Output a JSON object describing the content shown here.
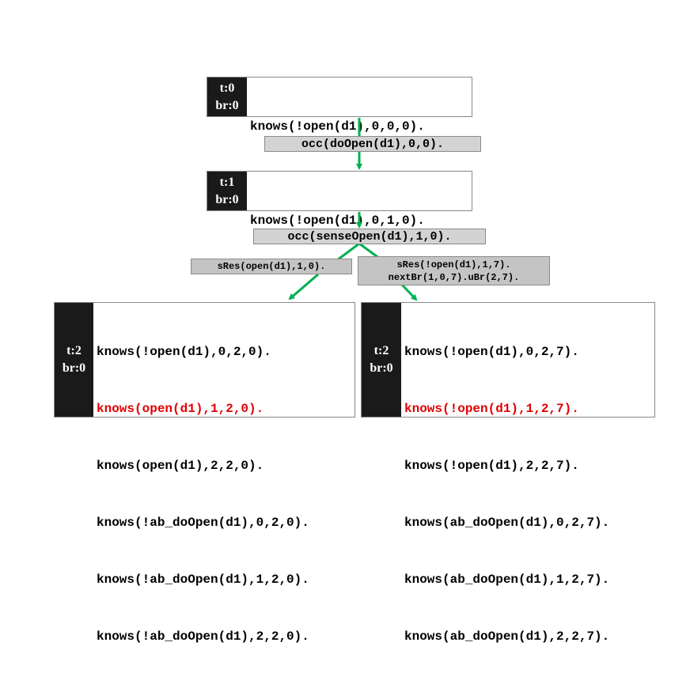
{
  "colors": {
    "arrow": "#00b050",
    "highlight": "#e00000",
    "tag_bg": "#1a1a1a",
    "label_bg": "#d3d3d3"
  },
  "states": [
    {
      "t": "t:0",
      "br": "br:0",
      "facts": [
        {
          "text": "knows(!open(d1),0,0,0).",
          "highlight": false
        }
      ]
    },
    {
      "t": "t:1",
      "br": "br:0",
      "facts": [
        {
          "text": "knows(!open(d1),0,1,0).",
          "highlight": false
        }
      ]
    },
    {
      "t": "t:2",
      "br": "br:0",
      "facts": [
        {
          "text": "knows(!open(d1),0,2,0).",
          "highlight": false
        },
        {
          "text": "knows(open(d1),1,2,0).",
          "highlight": true
        },
        {
          "text": "knows(open(d1),2,2,0).",
          "highlight": false
        },
        {
          "text": "knows(!ab_doOpen(d1),0,2,0).",
          "highlight": false
        },
        {
          "text": "knows(!ab_doOpen(d1),1,2,0).",
          "highlight": false
        },
        {
          "text": "knows(!ab_doOpen(d1),2,2,0).",
          "highlight": false
        }
      ]
    },
    {
      "t": "t:2",
      "br": "br:0",
      "facts": [
        {
          "text": "knows(!open(d1),0,2,7).",
          "highlight": false
        },
        {
          "text": "knows(!open(d1),1,2,7).",
          "highlight": true
        },
        {
          "text": "knows(!open(d1),2,2,7).",
          "highlight": false
        },
        {
          "text": "knows(ab_doOpen(d1),0,2,7).",
          "highlight": false
        },
        {
          "text": "knows(ab_doOpen(d1),1,2,7).",
          "highlight": false
        },
        {
          "text": "knows(ab_doOpen(d1),2,2,7).",
          "highlight": false
        }
      ]
    }
  ],
  "transitions": {
    "occ1": "occ(doOpen(d1),0,0).",
    "occ2": "occ(senseOpen(d1),1,0).",
    "sres_left": "sRes(open(d1),1,0).",
    "sres_right_line1": "sRes(!open(d1),1,7).",
    "sres_right_line2": "nextBr(1,0,7).uBr(2,7)."
  }
}
